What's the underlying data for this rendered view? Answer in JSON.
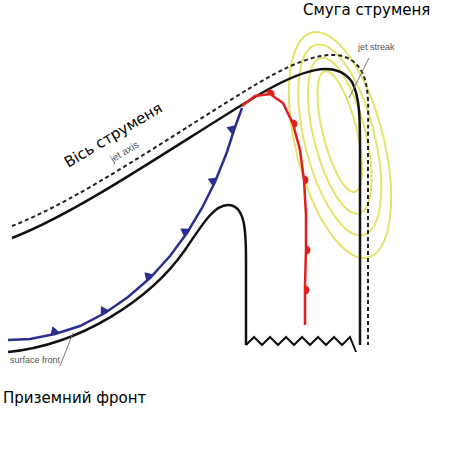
{
  "diagram": {
    "labels": [
      "Смуга струменя",
      "Вісь струменя",
      "jet axis",
      "jet streak",
      "surface front",
      "Приземний фронт"
    ]
  }
}
